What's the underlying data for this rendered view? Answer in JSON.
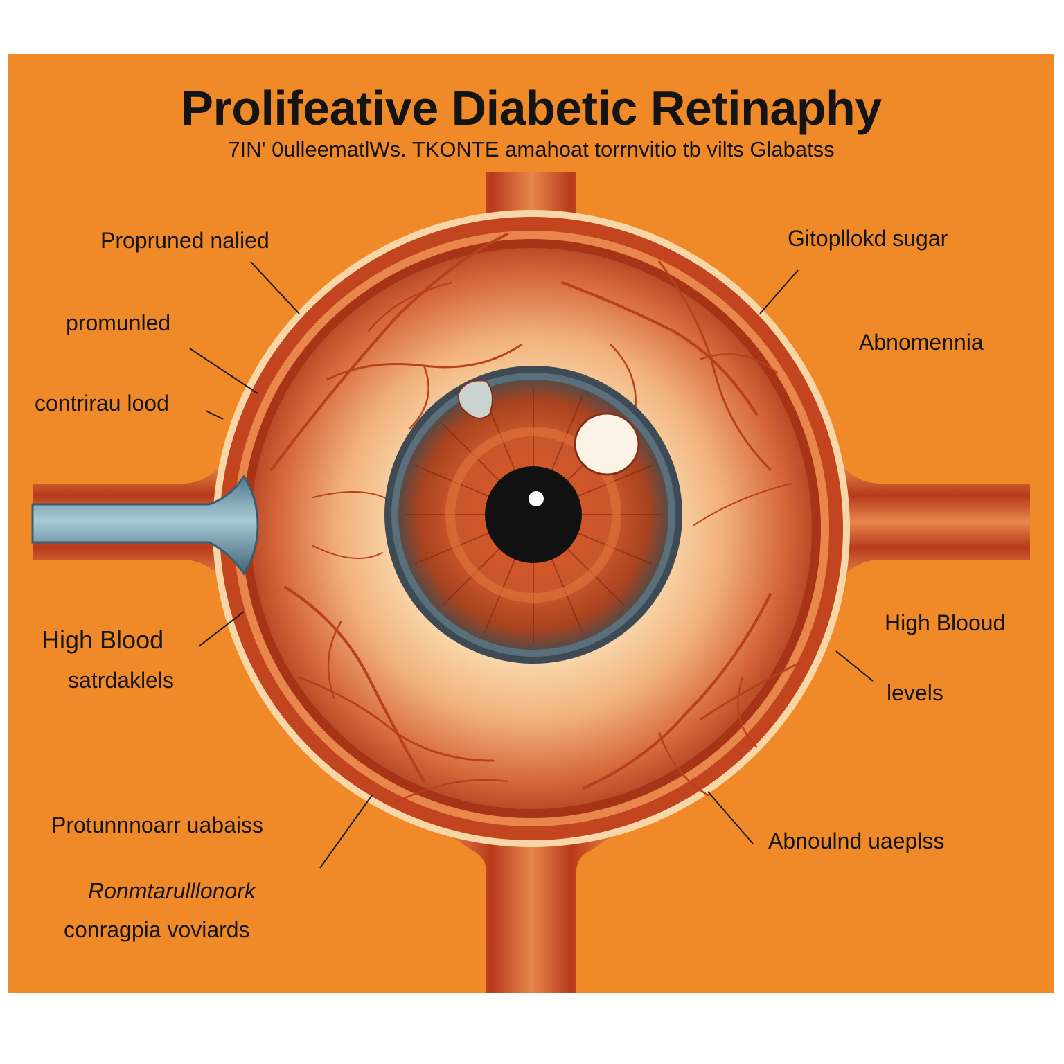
{
  "title": "Prolifeative Diabetic Retinaphy",
  "subtitle": "7IN' 0ulleematlWs. TKONTE amahoat torrnvitio tb vilts Glabatss",
  "labels_left": {
    "l1": "Propruned nalied",
    "l2": "promunled",
    "l3": "contrirau lood",
    "l4": "High Blood",
    "l5": "satrdaklels",
    "l6": "Protunnnoarr uabaiss",
    "l7": "Ronmtarulllonork",
    "l8": "conragpia voviards"
  },
  "labels_right": {
    "r1": "Gitopllokd sugar",
    "r2": "Abnomennia",
    "r3": "High Blooud",
    "r4": "levels",
    "r5": "Abnoulnd uaeplss"
  },
  "colors": {
    "background": "#f08a28",
    "vessel": "#c2451f",
    "retina_light": "#fde9c3",
    "iris": "#c2461d",
    "iris_ring": "#4a5a68",
    "pupil": "#111111",
    "optic_disc": "#5f8ea3"
  }
}
